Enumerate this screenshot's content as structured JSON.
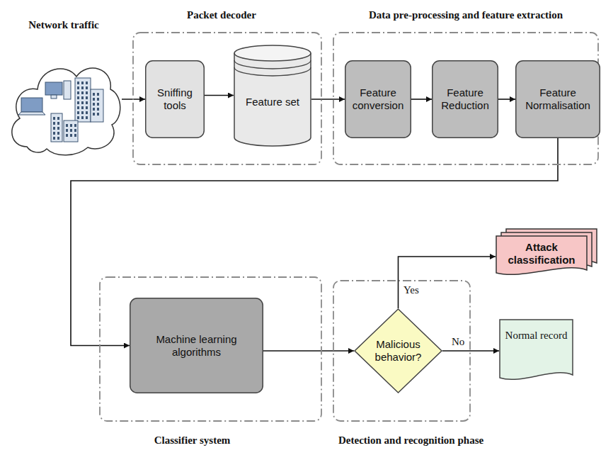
{
  "diagram": {
    "nodes": [
      {
        "text": [
          "Network traffic"
        ]
      },
      {
        "text": [
          "Packet decoder"
        ]
      },
      {
        "text": [
          "Sniffing tools"
        ],
        "in": 1
      },
      {
        "text": [
          "Feature set"
        ],
        "in": 1
      },
      {
        "text": [
          "Data pre-processing and feature extraction"
        ]
      },
      {
        "text": [
          "Feature conversion"
        ],
        "in": 4
      },
      {
        "text": [
          "Feature Reduction"
        ],
        "in": 4
      },
      {
        "text": [
          "Feature Normalisation"
        ],
        "in": 4
      },
      {
        "text": [
          "Classifier system"
        ]
      },
      {
        "text": [
          "Machine learning algorithms"
        ],
        "in": 8
      },
      {
        "text": [
          "Detection and recognition phase"
        ]
      },
      {
        "text": [
          "Malicious behavior?"
        ],
        "in": 10
      },
      {
        "text": [
          "Attack classification"
        ]
      },
      {
        "text": [
          "Normal record"
        ]
      }
    ],
    "edges": [
      {
        "from": 0,
        "to": 2,
        "arrow": "to"
      },
      {
        "from": 2,
        "to": 3,
        "arrow": "to"
      },
      {
        "from": 3,
        "to": 5,
        "arrow": "to"
      },
      {
        "from": 5,
        "to": 6,
        "arrow": "to"
      },
      {
        "from": 6,
        "to": 7,
        "arrow": "to"
      },
      {
        "from": 7,
        "to": 9,
        "arrow": "to"
      },
      {
        "from": 9,
        "to": 11,
        "arrow": "to"
      },
      {
        "from": 11,
        "to": 12,
        "label": "Yes",
        "arrow": "to"
      },
      {
        "from": 11,
        "to": 13,
        "label": "No",
        "arrow": "to"
      }
    ]
  }
}
